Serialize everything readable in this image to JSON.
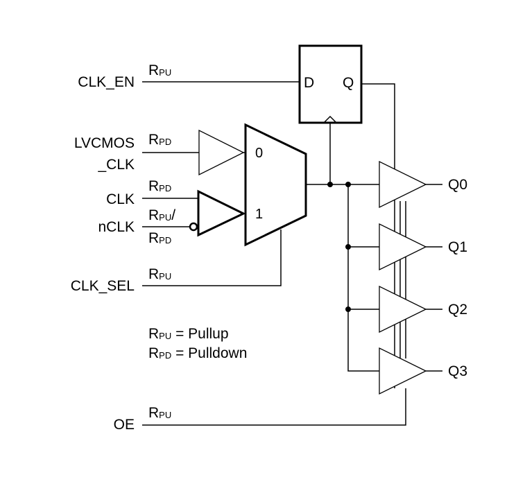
{
  "inputs": {
    "clk_en": "CLK_EN",
    "lvcmos_line1": "LVCMOS",
    "lvcmos_line2": "_CLK",
    "clk": "CLK",
    "nclk": "nCLK",
    "clk_sel": "CLK_SEL",
    "oe": "OE"
  },
  "resistors": {
    "r": "R",
    "pu": "PU",
    "pd": "PD",
    "slash": "/"
  },
  "flipflop": {
    "d": "D",
    "q": "Q"
  },
  "mux": {
    "in0": "0",
    "in1": "1"
  },
  "outputs": [
    "Q0",
    "Q1",
    "Q2",
    "Q3"
  ],
  "legend": {
    "r": "R",
    "pu": "PU",
    "pu_text": " = Pullup",
    "pd": "PD",
    "pd_text": " = Pulldown"
  }
}
